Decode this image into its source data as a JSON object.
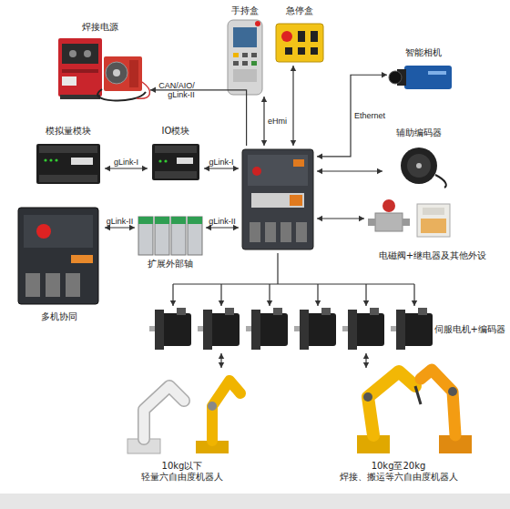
{
  "diagram": {
    "nodes": [
      {
        "text": [
          "焊接电源"
        ]
      },
      {
        "text": [
          "手持盒"
        ]
      },
      {
        "text": [
          "急停盒"
        ]
      },
      {
        "text": [
          "智能相机"
        ]
      },
      {
        "text": [
          "模拟量模块"
        ]
      },
      {
        "text": [
          "IO模块"
        ]
      },
      {
        "text": [
          "辅助编码器"
        ]
      },
      {
        "text": []
      },
      {
        "text": [
          "电磁阀+继电器及其他外设"
        ]
      },
      {
        "text": [
          "扩展外部轴"
        ]
      },
      {
        "text": [
          "多机协同"
        ]
      },
      {
        "text": [
          "伺服电机+编码器"
        ]
      },
      {
        "text": [
          "10kg以下",
          "轻量六自由度机器人"
        ]
      },
      {
        "text": [
          "10kg至20kg",
          "焊接、搬运等六自由度机器人"
        ]
      }
    ],
    "edges": [
      {
        "from": 7,
        "to": 0,
        "arrow": "to",
        "label": "CAN/AIO/ gLink-II"
      },
      {
        "from": 7,
        "to": 1,
        "arrow": "both",
        "label": "eHmi"
      },
      {
        "from": 7,
        "to": 2,
        "arrow": "both"
      },
      {
        "from": 7,
        "to": 3,
        "arrow": "both",
        "label": "Ethernet"
      },
      {
        "from": 7,
        "to": 6,
        "arrow": "both"
      },
      {
        "from": 7,
        "to": 8,
        "arrow": "both"
      },
      {
        "from": 5,
        "to": 7,
        "arrow": "both",
        "label": "gLink-I"
      },
      {
        "from": 4,
        "to": 5,
        "arrow": "both",
        "label": "gLink-I"
      },
      {
        "from": 9,
        "to": 7,
        "arrow": "both",
        "label": "gLink-II"
      },
      {
        "from": 10,
        "to": 9,
        "arrow": "both",
        "label": "gLink-II"
      },
      {
        "from": 7,
        "to": 11,
        "arrow": "to"
      },
      {
        "from": 11,
        "to": 12,
        "arrow": "both"
      },
      {
        "from": 11,
        "to": 13,
        "arrow": "both"
      }
    ]
  }
}
